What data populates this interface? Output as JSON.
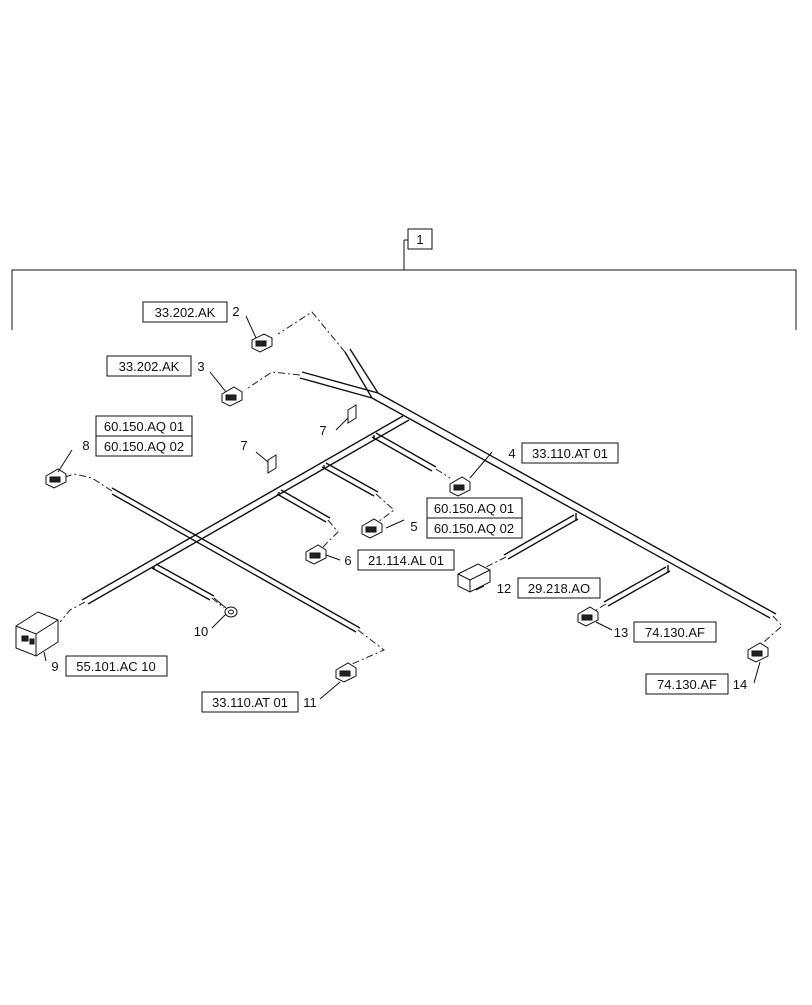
{
  "assembly": {
    "item": "1"
  },
  "callouts": [
    {
      "id": "c2",
      "item": "2",
      "refs": [
        "33.202.AK"
      ]
    },
    {
      "id": "c3",
      "item": "3",
      "refs": [
        "33.202.AK"
      ]
    },
    {
      "id": "c4",
      "item": "4",
      "refs": [
        "33.110.AT 01"
      ]
    },
    {
      "id": "c5",
      "item": "5",
      "refs": [
        "60.150.AQ 01",
        "60.150.AQ 02"
      ]
    },
    {
      "id": "c6",
      "item": "6",
      "refs": [
        "21.114.AL 01"
      ]
    },
    {
      "id": "c7a",
      "item": "7",
      "refs": []
    },
    {
      "id": "c7b",
      "item": "7",
      "refs": []
    },
    {
      "id": "c8",
      "item": "8",
      "refs": [
        "60.150.AQ 01",
        "60.150.AQ 02"
      ]
    },
    {
      "id": "c9",
      "item": "9",
      "refs": [
        "55.101.AC 10"
      ]
    },
    {
      "id": "c10",
      "item": "10",
      "refs": []
    },
    {
      "id": "c11",
      "item": "11",
      "refs": [
        "33.110.AT 01"
      ]
    },
    {
      "id": "c12",
      "item": "12",
      "refs": [
        "29.218.AO"
      ]
    },
    {
      "id": "c13",
      "item": "13",
      "refs": [
        "74.130.AF"
      ]
    },
    {
      "id": "c14",
      "item": "14",
      "refs": [
        "74.130.AF"
      ]
    }
  ]
}
